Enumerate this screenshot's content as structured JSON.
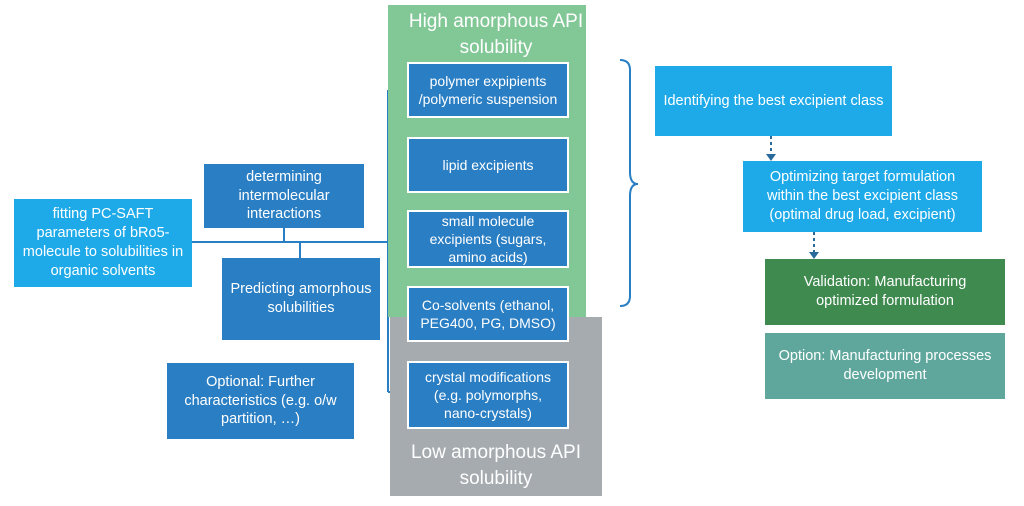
{
  "colors": {
    "high_panel": "#82c796",
    "low_panel": "#a6abb0",
    "box_dark": "#2a7ec3",
    "box_light": "#1eaae9",
    "validation": "#3f8a4f",
    "option": "#5fa79c"
  },
  "high_label": "High amorphous API solubility",
  "low_label": "Low amorphous API solubility",
  "excipients": [
    "polymer expipients /polymeric suspension",
    "lipid excipients",
    "small molecule excipients (sugars, amino acids)",
    "Co-solvents (ethanol, PEG400, PG, DMSO)",
    "crystal modifications (e.g. polymorphs, nano-crystals)"
  ],
  "left": {
    "fitting": "fitting PC-SAFT parameters of bRo5-molecule to solubilities in organic solvents",
    "interactions": "determining intermolecular interactions",
    "predicting": "Predicting amorphous solubilities",
    "optional": "Optional: Further characteristics (e.g. o/w partition, …)"
  },
  "right": {
    "identify": "Identifying the best excipient class",
    "optimize": "Optimizing target formulation within the best excipient class (optimal drug load, excipient)",
    "validation": "Validation: Manufacturing optimized formulation",
    "option": "Option: Manufacturing processes development"
  }
}
